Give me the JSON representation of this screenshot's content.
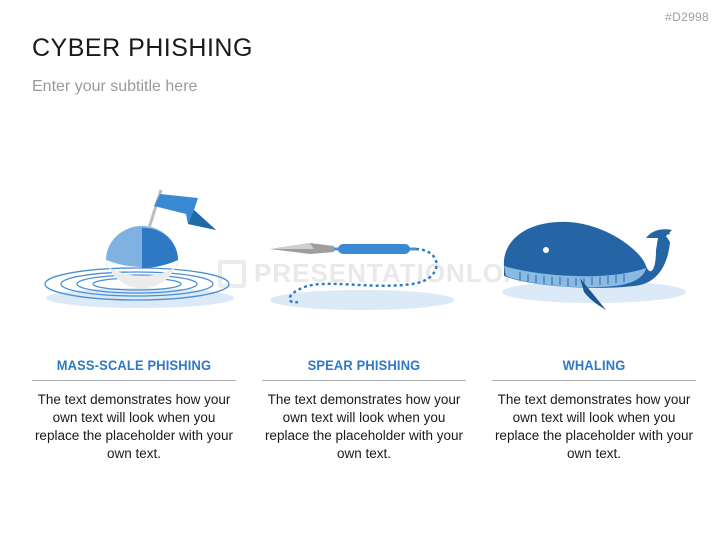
{
  "slide": {
    "id_label": "#D2998",
    "title": "CYBER PHISHING",
    "subtitle": "Enter your subtitle here",
    "watermark": "PRESENTATIONLOAD"
  },
  "columns": [
    {
      "title": "MASS-SCALE PHISHING",
      "icon": "buoy-with-flag-icon",
      "text": "The text demonstrates how your own text will look when you replace the placeholder with your own text."
    },
    {
      "title": "SPEAR PHISHING",
      "icon": "spear-icon",
      "text": "The text demonstrates how your own text will look when you replace the placeholder with your own text."
    },
    {
      "title": "WHALING",
      "icon": "whale-icon",
      "text": "The text demonstrates how your own text will look when you replace the placeholder with your own text."
    }
  ],
  "colors": {
    "accent": "#2e78c4",
    "dark_blue": "#1f6aa8",
    "light_blue": "#7fb2e0",
    "water": "#dce9f6"
  }
}
